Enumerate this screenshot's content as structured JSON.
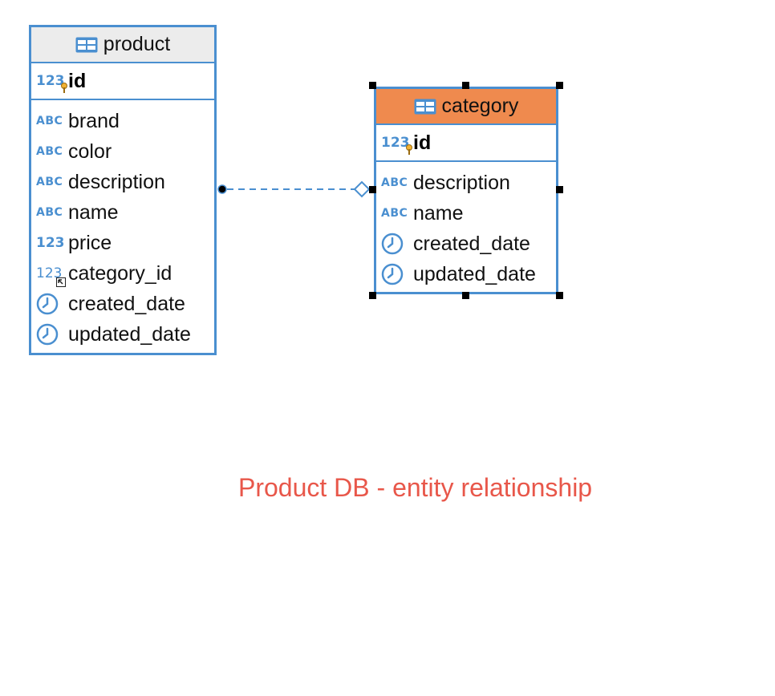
{
  "title": "Product DB - entity relationship",
  "colors": {
    "border": "#4a8fd0",
    "product_header": "#ececec",
    "category_header": "#ef8a4e",
    "title": "#e8574a"
  },
  "entities": {
    "product": {
      "name": "product",
      "pk": {
        "name": "id",
        "type_icon": "123",
        "icon": "primary-key-icon"
      },
      "columns": [
        {
          "name": "brand",
          "type_icon": "ABC",
          "icon": "string-type-icon"
        },
        {
          "name": "color",
          "type_icon": "ABC",
          "icon": "string-type-icon"
        },
        {
          "name": "description",
          "type_icon": "ABC",
          "icon": "string-type-icon"
        },
        {
          "name": "name",
          "type_icon": "ABC",
          "icon": "string-type-icon"
        },
        {
          "name": "price",
          "type_icon": "123",
          "icon": "number-type-icon"
        },
        {
          "name": "category_id",
          "type_icon": "123",
          "icon": "foreign-key-icon"
        },
        {
          "name": "created_date",
          "type_icon": "",
          "icon": "clock-icon"
        },
        {
          "name": "updated_date",
          "type_icon": "",
          "icon": "clock-icon"
        }
      ]
    },
    "category": {
      "name": "category",
      "pk": {
        "name": "id",
        "type_icon": "123",
        "icon": "primary-key-icon"
      },
      "columns": [
        {
          "name": "description",
          "type_icon": "ABC",
          "icon": "string-type-icon"
        },
        {
          "name": "name",
          "type_icon": "ABC",
          "icon": "string-type-icon"
        },
        {
          "name": "created_date",
          "type_icon": "",
          "icon": "clock-icon"
        },
        {
          "name": "updated_date",
          "type_icon": "",
          "icon": "clock-icon"
        }
      ]
    }
  },
  "relationship": {
    "from": "product.category_id",
    "to": "category.id",
    "style": "dashed"
  }
}
